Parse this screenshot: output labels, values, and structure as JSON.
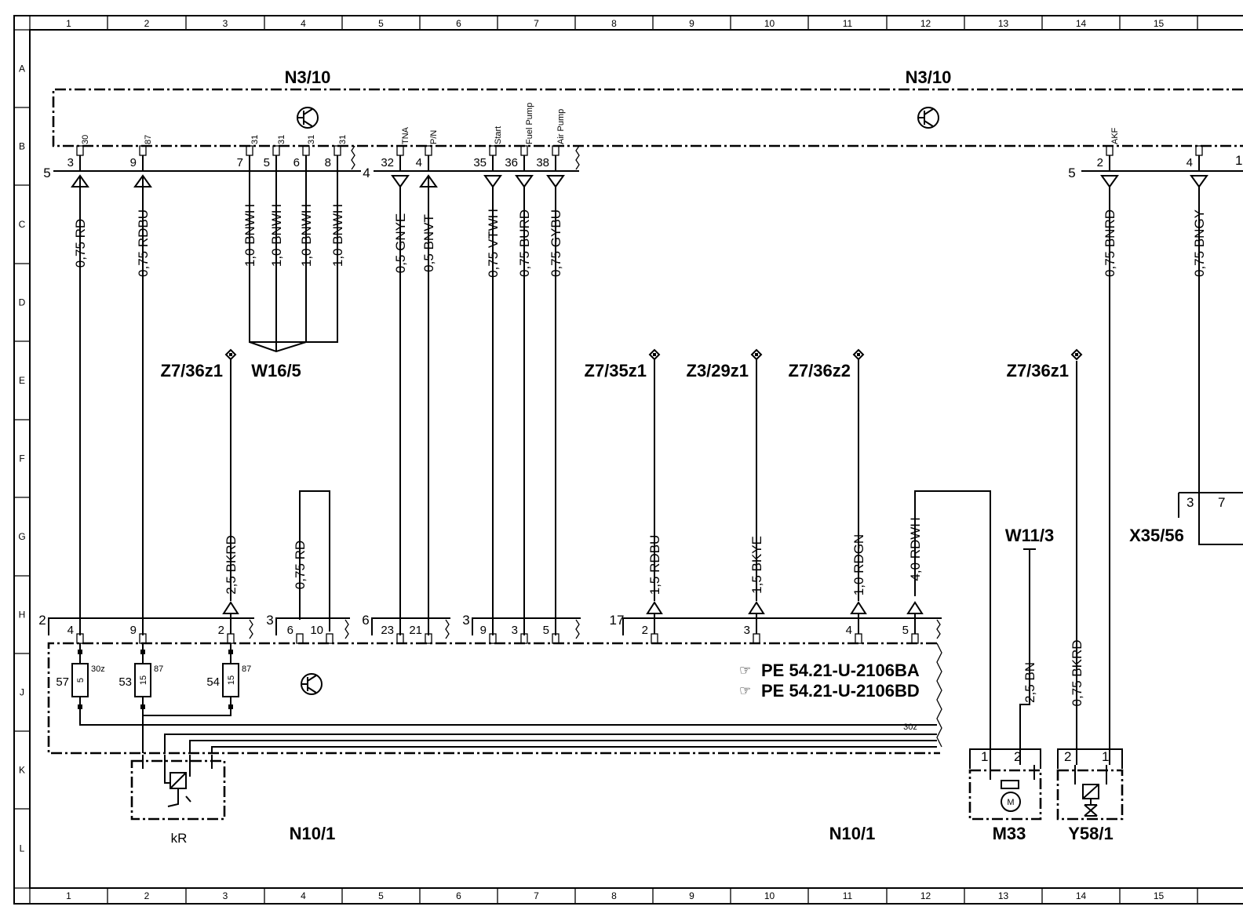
{
  "grid": {
    "columns": [
      "1",
      "2",
      "3",
      "4",
      "5",
      "6",
      "7",
      "8",
      "9",
      "10",
      "11",
      "12",
      "13",
      "14",
      "15"
    ],
    "rows": [
      "A",
      "B",
      "C",
      "D",
      "E",
      "F",
      "G",
      "H",
      "J",
      "K",
      "L"
    ]
  },
  "components": {
    "n3_10_left": "N3/10",
    "n3_10_right": "N3/10",
    "n10_1_left": "N10/1",
    "n10_1_right": "N10/1",
    "w16_5": "W16/5",
    "w11_3": "W11/3",
    "x35_56": "X35/56",
    "m33": "M33",
    "y58_1": "Y58/1",
    "kr": "kR"
  },
  "ground_refs": {
    "g1": "Z7/36z1",
    "g2": "Z7/35z1",
    "g3": "Z3/29z1",
    "g4": "Z7/36z2",
    "g5": "Z7/36z1"
  },
  "references": {
    "ref1": "PE  54.21-U-2106BA",
    "ref2": "PE  54.21-U-2106BD"
  },
  "connector_numbers": {
    "n3_left": "5",
    "n3_mid": "4",
    "n3_right": "5",
    "n10_c2": "2",
    "n10_c3a": "3",
    "n10_c6": "6",
    "n10_c3b": "3",
    "n10_c17": "17"
  },
  "top_pins": [
    {
      "pin": "3",
      "signal": "30",
      "wire": "0,75  RD",
      "dir": "up"
    },
    {
      "pin": "9",
      "signal": "87",
      "wire": "0,75  RDBU",
      "dir": "up"
    },
    {
      "pin": "7",
      "signal": "31",
      "wire": "1,0  BNWH",
      "dir": "none"
    },
    {
      "pin": "5",
      "signal": "31",
      "wire": "1,0  BNWH",
      "dir": "none"
    },
    {
      "pin": "6",
      "signal": "31",
      "wire": "1,0  BNWH",
      "dir": "none"
    },
    {
      "pin": "8",
      "signal": "31",
      "wire": "1,0  BNWH",
      "dir": "none"
    },
    {
      "pin": "32",
      "signal": "TNA",
      "wire": "0,5  GNYE",
      "dir": "down"
    },
    {
      "pin": "4",
      "signal": "P/N",
      "wire": "0,5  BNVT",
      "dir": "up"
    },
    {
      "pin": "35",
      "signal": "Start",
      "wire": "0,75  VTWH",
      "dir": "down"
    },
    {
      "pin": "36",
      "signal": "Fuel Pump",
      "wire": "0,75  BURD",
      "dir": "down"
    },
    {
      "pin": "38",
      "signal": "Air Pump",
      "wire": "0,75  GYBU",
      "dir": "down"
    },
    {
      "pin": "2",
      "signal": "AKF",
      "wire": "0,75  BNRD",
      "dir": "down"
    },
    {
      "pin": "4",
      "signal": "",
      "wire": "0,75  BNGY",
      "dir": "down"
    }
  ],
  "bottom_pins": {
    "c2": [
      "4",
      "9",
      "2"
    ],
    "c3a": [
      "6",
      "10"
    ],
    "c6": [
      "23",
      "21"
    ],
    "c3b": [
      "9",
      "3",
      "5"
    ],
    "c17": [
      "2",
      "3",
      "4",
      "5"
    ]
  },
  "bottom_wires": {
    "w1": "2,5  BKRD",
    "w2": "0,75  RD",
    "w3": "1,5  RDBU",
    "w4": "1,5  BKYE",
    "w5": "1,0  RDGN",
    "w6": "4,0  RDWH",
    "w7": "2,5  BN",
    "w8": "0,75  BKRD"
  },
  "relays": [
    {
      "num": "57",
      "fuse": "5",
      "terminal": "30z"
    },
    {
      "num": "53",
      "fuse": "15",
      "terminal": "87"
    },
    {
      "num": "54",
      "fuse": "15",
      "terminal": "87"
    }
  ],
  "bus_label": "30z",
  "m33_pins": [
    "1",
    "2"
  ],
  "m33_symbol": "M",
  "y58_pins": [
    "2",
    "1"
  ],
  "x35_pins": [
    "3",
    "7"
  ],
  "right_pin_partial": "1"
}
